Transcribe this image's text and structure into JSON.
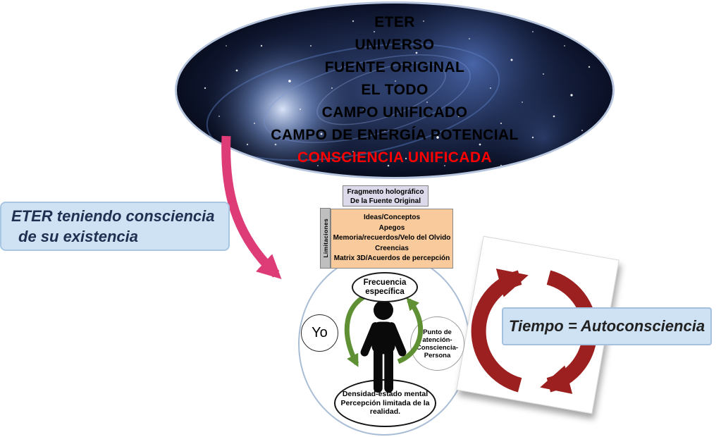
{
  "diagram": {
    "cosmic_ellipse": {
      "lines": [
        "ETER",
        "UNIVERSO",
        "FUENTE ORIGINAL",
        "EL TODO",
        "CAMPO UNIFICADO",
        "CAMPO DE ENERGÍA POTENCIAL"
      ],
      "highlight_line": "CONSCIENCIA UNIFICADA"
    },
    "eter_callout": {
      "line1": "ETER teniendo consciencia",
      "line2": "de su existencia"
    },
    "fragment_box": {
      "line1": "Fragmento holográfico",
      "line2": "De la Fuente Original"
    },
    "limitations": {
      "tab_label": "Limitaciones",
      "items": [
        "Ideas/Conceptos",
        "Apegos",
        "Memoria/recuerdos/Velo del Olvido",
        "Creencias",
        "Matrix 3D/Acuerdos de percepción"
      ]
    },
    "frequency_ellipse": {
      "line1": "Frecuencia",
      "line2": "específica"
    },
    "yo_label": "Yo",
    "attention_circle": {
      "lines": [
        "Punto de",
        "atención-",
        "Consciencia-",
        "Persona"
      ]
    },
    "density_ellipse": {
      "lines": [
        "Densidad-estado mental",
        "Percepción limitada de la",
        "realidad."
      ]
    },
    "time_callout": "Tiempo = Autoconsciencia",
    "colors": {
      "highlight_text": "#ff0000",
      "callout_bg": "#cfe2f3",
      "limitations_bg": "#f9cb9c",
      "tab_bg": "#bfbfbf",
      "pink_arrow": "#dd3c77",
      "green_arrow": "#5f9134",
      "red_cycle": "#9c2020"
    }
  }
}
